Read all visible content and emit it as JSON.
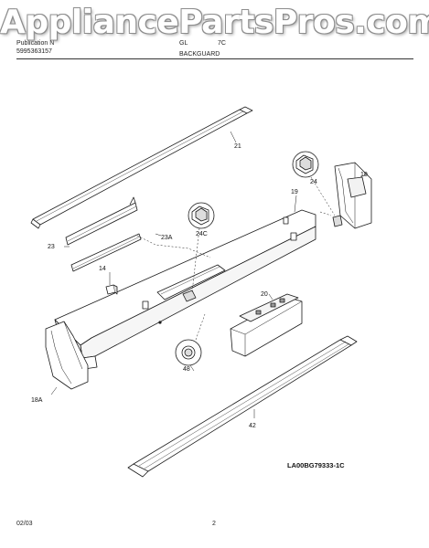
{
  "watermark": "AppliancePartsPros.com",
  "header": {
    "publication_prefix": "Publication N",
    "publication_number": "5995363157",
    "model": "GL",
    "model_suffix": "7C",
    "section_title": "BACKGUARD"
  },
  "callouts": [
    {
      "id": "21",
      "label": "21"
    },
    {
      "id": "18",
      "label": "18"
    },
    {
      "id": "19",
      "label": "19"
    },
    {
      "id": "24",
      "label": "24"
    },
    {
      "id": "24C",
      "label": "24C"
    },
    {
      "id": "23",
      "label": "23"
    },
    {
      "id": "23A",
      "label": "23A"
    },
    {
      "id": "14",
      "label": "14"
    },
    {
      "id": "20",
      "label": "20"
    },
    {
      "id": "48",
      "label": "48"
    },
    {
      "id": "18A",
      "label": "18A"
    },
    {
      "id": "42",
      "label": "42"
    }
  ],
  "diagram_ref": "LA00BG79333-1C",
  "footer": {
    "date": "02/03",
    "page": "2"
  }
}
